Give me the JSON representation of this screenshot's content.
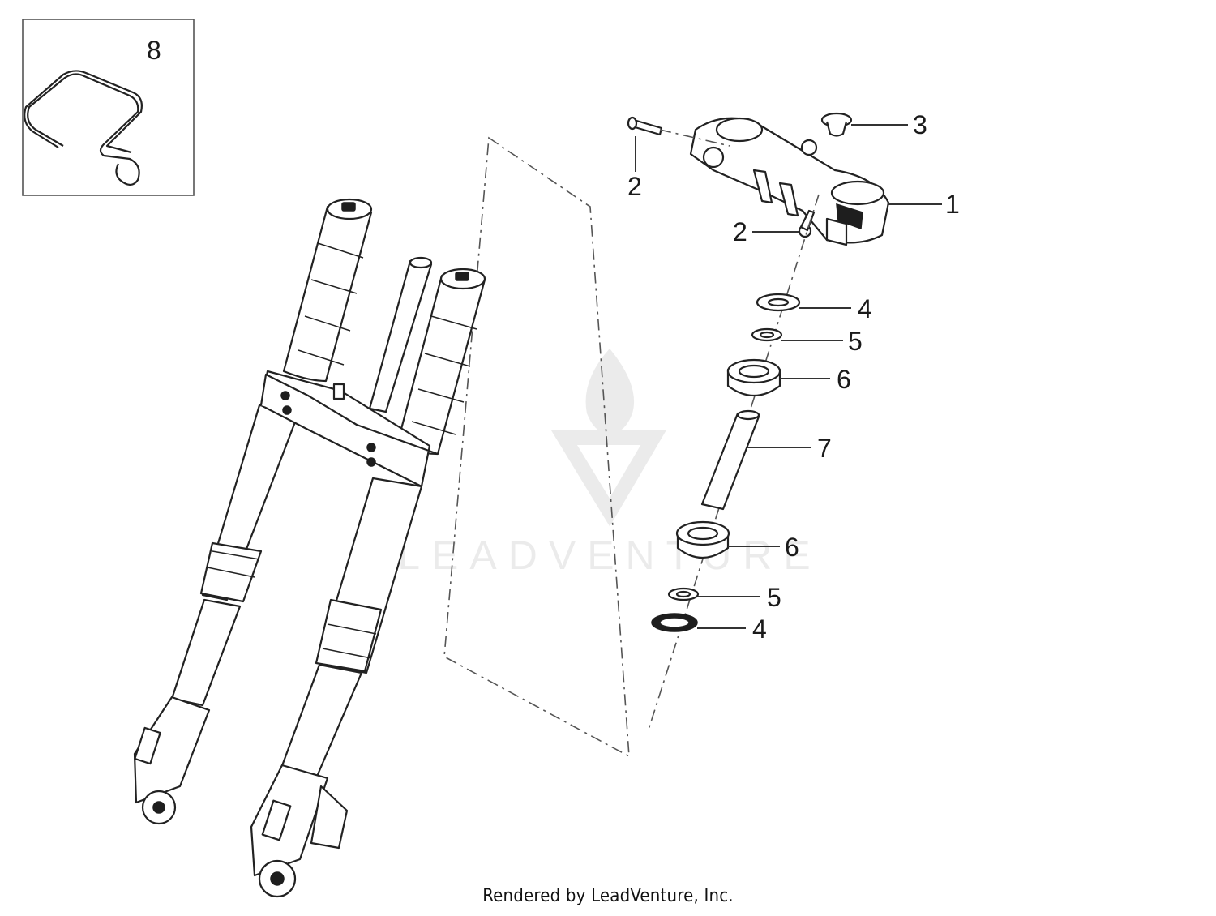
{
  "diagram": {
    "callouts": [
      "1",
      "2",
      "2",
      "3",
      "4",
      "5",
      "6",
      "7",
      "6",
      "5",
      "4",
      "8"
    ],
    "watermark": "LEADVENTURE"
  },
  "footer": {
    "text": "Rendered by LeadVenture, Inc."
  }
}
